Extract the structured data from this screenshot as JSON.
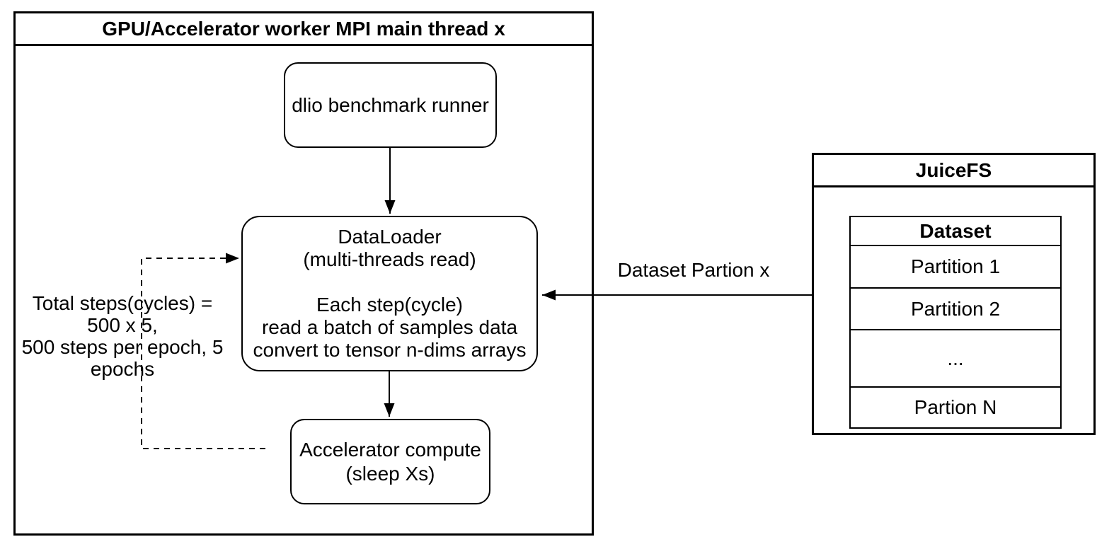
{
  "colors": {
    "ink": "#000000",
    "background": "#ffffff"
  },
  "worker": {
    "title": "GPU/Accelerator worker MPI main thread x",
    "runner_label": "dlio benchmark runner",
    "dataloader_lines": [
      "DataLoader",
      "(multi-threads read)",
      "",
      "Each step(cycle)",
      "read a batch of samples data",
      "convert to tensor n-dims arrays"
    ],
    "accelerator_lines": [
      "Accelerator compute",
      "(sleep Xs)"
    ],
    "loop_note_lines": [
      "Total steps(cycles) =",
      "500 x 5,",
      "500 steps per epoch, 5",
      "epochs"
    ]
  },
  "juicefs": {
    "title": "JuiceFS",
    "dataset_table": {
      "header": "Dataset",
      "rows": [
        "Partition 1",
        "Partition 2",
        "...",
        "Partion N"
      ]
    }
  },
  "edge_labels": {
    "dataset_partition": "Dataset Partion x"
  }
}
